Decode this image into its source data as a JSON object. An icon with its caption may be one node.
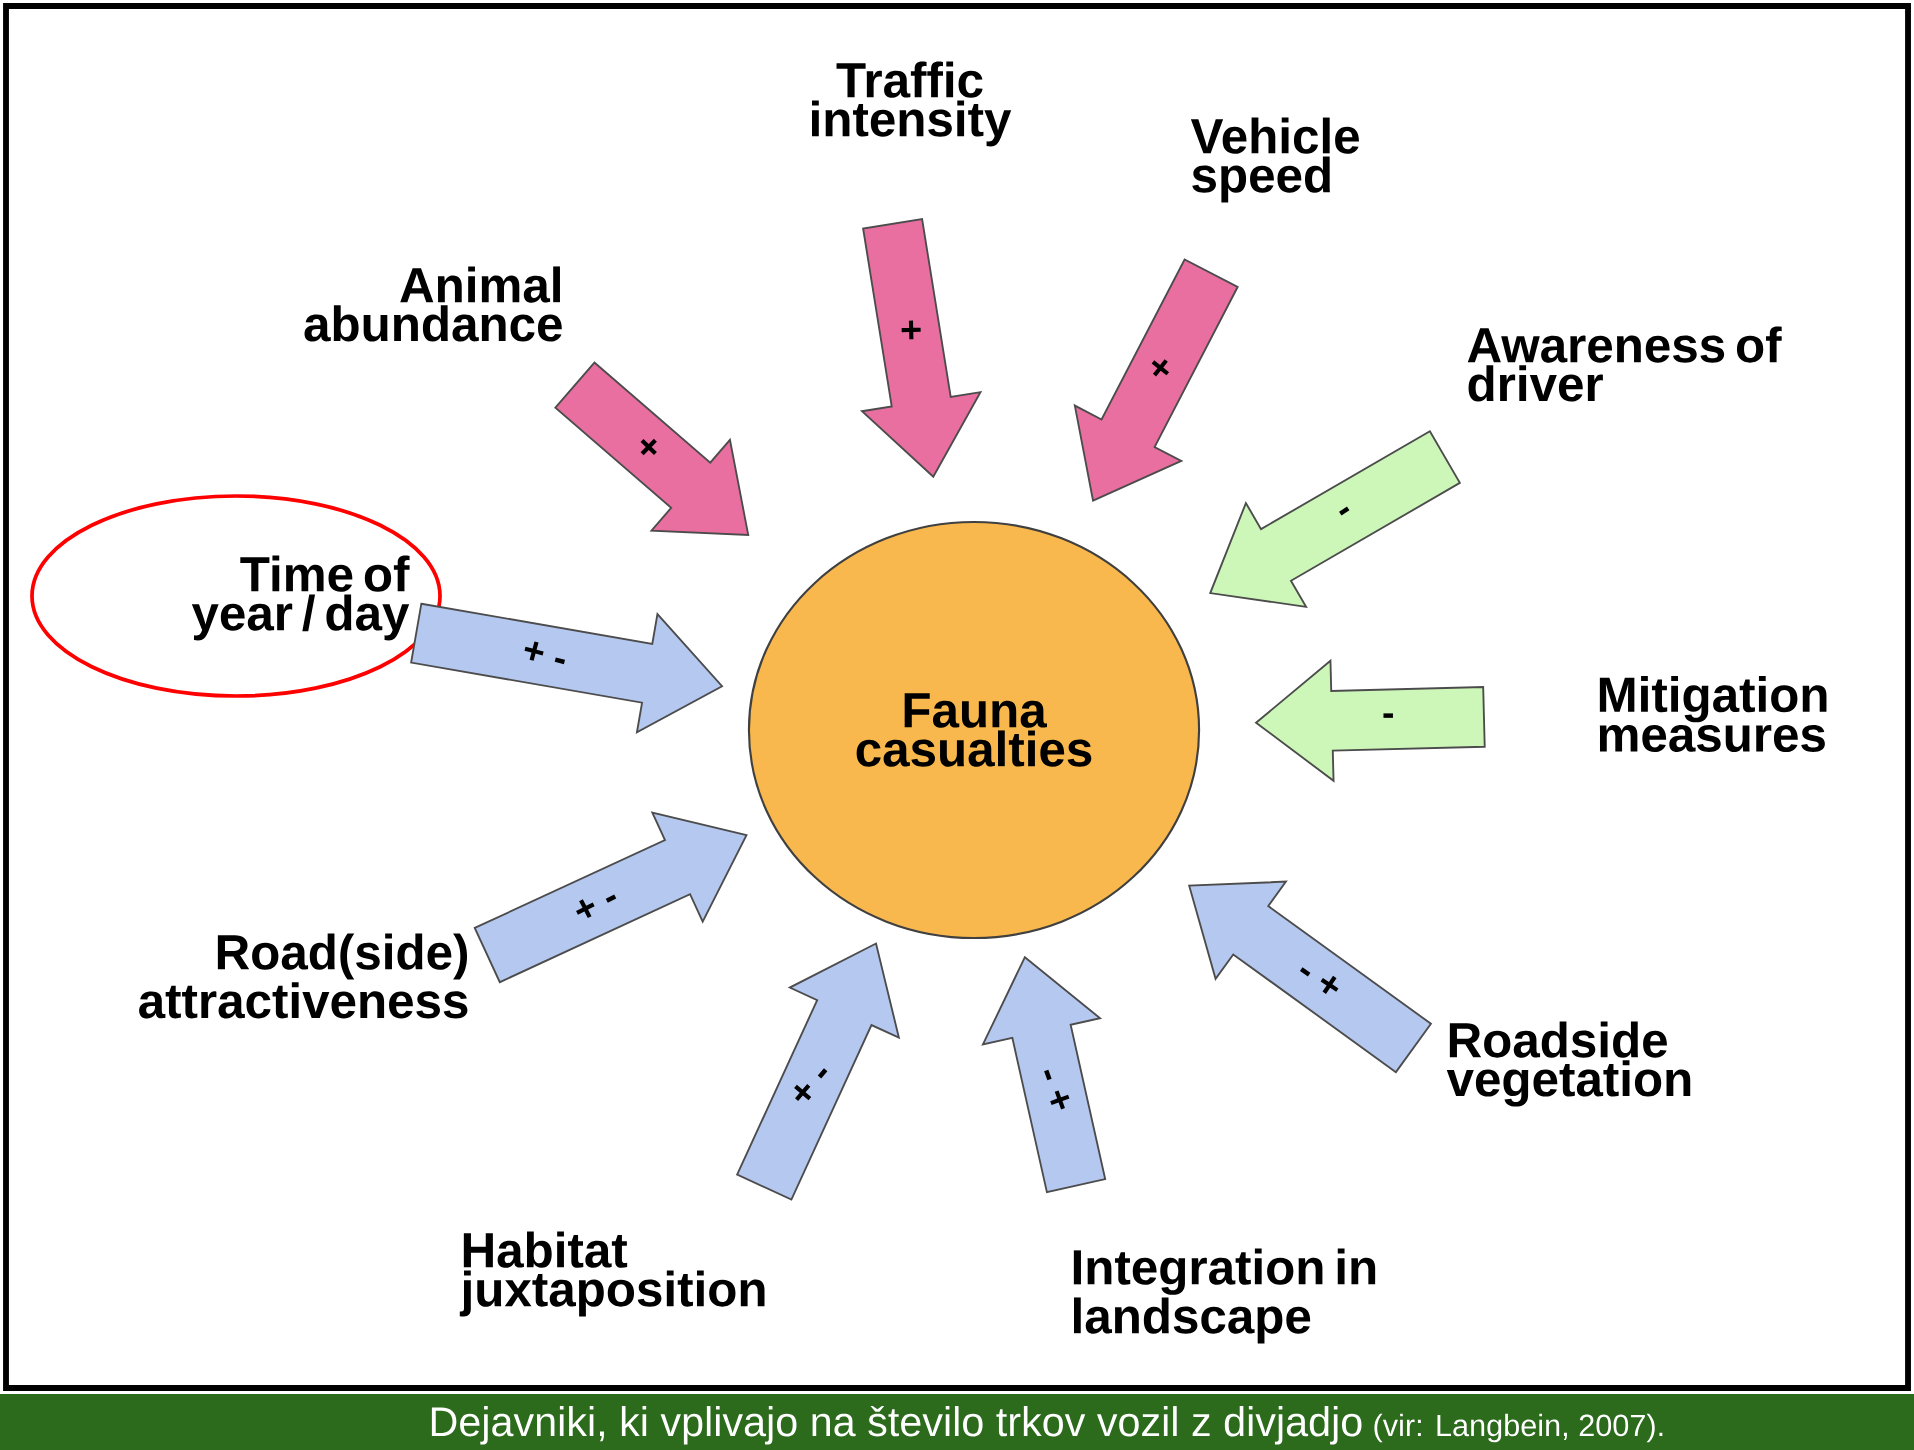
{
  "diagram": {
    "caption": "Dejavniki, ki vplivajo na število trkov vozil z divjadjo",
    "nodes": [
      {
        "text": [
          "Fauna casualties"
        ]
      },
      {
        "text": [
          "Traffic intensity"
        ]
      },
      {
        "text": [
          "Vehicle speed"
        ]
      },
      {
        "text": [
          "Animal abundance"
        ]
      },
      {
        "text": [
          "Awareness of driver"
        ]
      },
      {
        "text": [
          "Time of year / day"
        ]
      },
      {
        "text": [
          "Mitigation measures"
        ]
      },
      {
        "text": [
          "Road(side) attractiveness"
        ]
      },
      {
        "text": [
          "Roadside vegetation"
        ]
      },
      {
        "text": [
          "Habitat juxtaposition"
        ]
      },
      {
        "text": [
          "Integration in landscape"
        ]
      }
    ],
    "edges": [
      {
        "from": 1,
        "to": 0,
        "arrow": "to",
        "label": "+",
        "color": "#e96fa0"
      },
      {
        "from": 2,
        "to": 0,
        "arrow": "to",
        "label": "+",
        "color": "#e96fa0"
      },
      {
        "from": 3,
        "to": 0,
        "arrow": "to",
        "label": "+",
        "color": "#e96fa0"
      },
      {
        "from": 4,
        "to": 0,
        "arrow": "to",
        "label": "-",
        "color": "#cdf7b9"
      },
      {
        "from": 5,
        "to": 0,
        "arrow": "to",
        "label": "+ -"
      },
      {
        "from": 6,
        "to": 0,
        "arrow": "to",
        "label": "-",
        "color": "#cdf7b9"
      },
      {
        "from": 7,
        "to": 0,
        "arrow": "to",
        "label": "+ -"
      },
      {
        "from": 8,
        "to": 0,
        "arrow": "to",
        "label": "- +"
      },
      {
        "from": 9,
        "to": 0,
        "arrow": "to",
        "label": "+ -"
      },
      {
        "from": 10,
        "to": 0,
        "arrow": "to",
        "label": "- +"
      }
    ],
    "labels": [
      "(vir: Langbein, 2007)."
    ]
  }
}
